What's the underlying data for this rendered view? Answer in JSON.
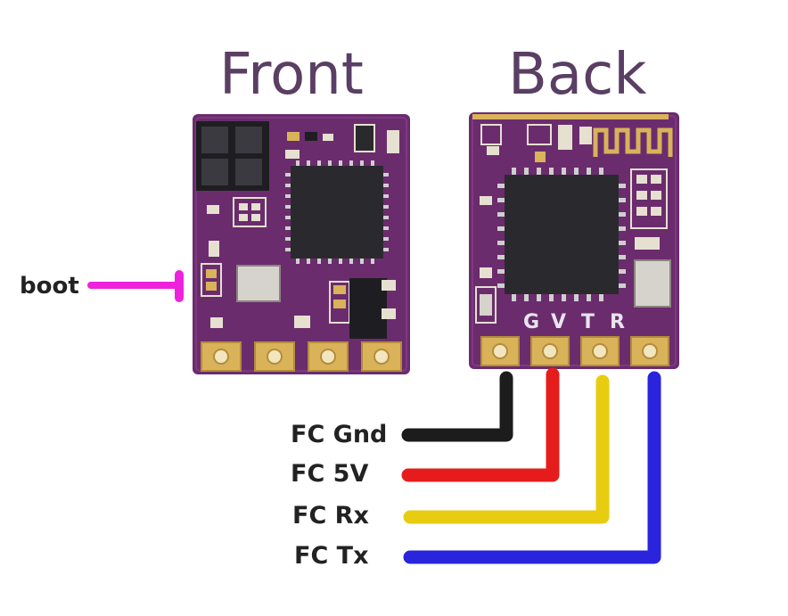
{
  "headings": {
    "front": "Front",
    "back": "Back"
  },
  "boot": {
    "label": "boot",
    "color": "#ee22dd"
  },
  "back_pins": [
    "G",
    "V",
    "T",
    "R"
  ],
  "wires": [
    {
      "label": "FC Gnd",
      "color": "#1c1c1c"
    },
    {
      "label": "FC 5V",
      "color": "#e61c1c"
    },
    {
      "label": "FC Rx",
      "color": "#e8cc10"
    },
    {
      "label": "FC Tx",
      "color": "#2a24dd"
    }
  ],
  "colors": {
    "pcb": "#6b2c6e",
    "pcb_dark": "#4e1e52",
    "chip": "#2a2a2e",
    "pad_gold": "#d9b25a",
    "heading": "#5a3e63"
  }
}
